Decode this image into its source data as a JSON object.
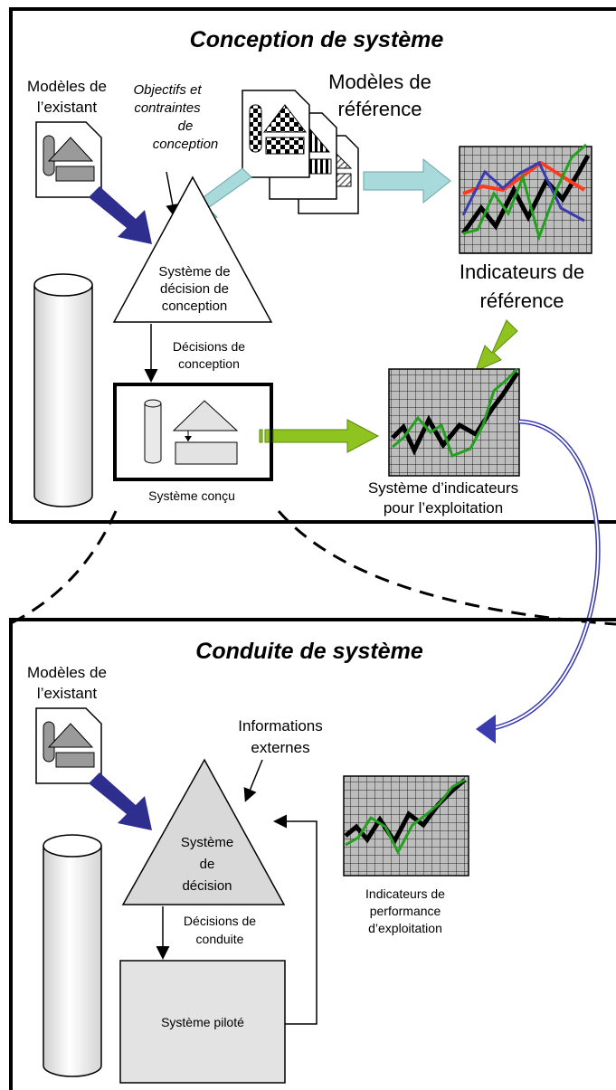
{
  "top_panel": {
    "title": "Conception de système",
    "existing_models": [
      "Modèles de",
      "l’existant"
    ],
    "objectives": [
      "Objectifs et",
      "contraintes",
      "de",
      "conception"
    ],
    "reference_models": [
      "Modèles de",
      "référence"
    ],
    "reference_indicators": [
      "Indicateurs de",
      "référence"
    ],
    "decision_system": [
      "Système de",
      "décision de",
      "conception"
    ],
    "design_decisions": [
      "Décisions de",
      "conception"
    ],
    "designed_system": "Système conçu",
    "indicator_system": [
      "Système d’indicateurs",
      "pour l’exploitation"
    ]
  },
  "bottom_panel": {
    "title": "Conduite de système",
    "existing_models": [
      "Modèles de",
      "l’existant"
    ],
    "external_info": [
      "Informations",
      "externes"
    ],
    "decision_system": [
      "Système",
      "de",
      "décision"
    ],
    "driving_decisions": [
      "Décisions de",
      "conduite"
    ],
    "piloted_system": "Système piloté",
    "performance_indicators": [
      "Indicateurs de",
      "performance",
      "d’exploitation"
    ]
  },
  "colors": {
    "navy_arrow": "#2e2e8f",
    "light_blue_arrow": "#a9dadb",
    "green_arrow": "#8fc31f",
    "grid_fill": "#b9b9b9",
    "triangle_grey": "#d9d9d9",
    "box_grey": "#e3e3e3"
  }
}
